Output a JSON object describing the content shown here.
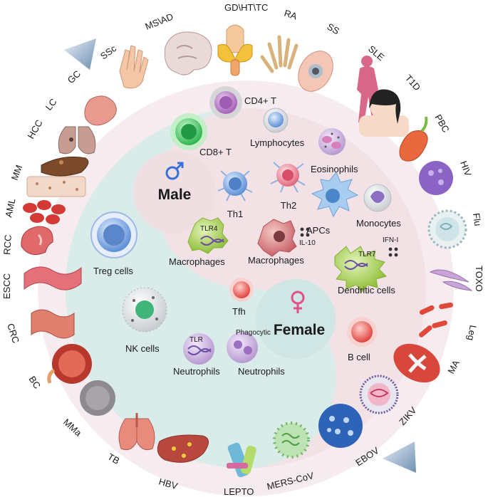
{
  "center": {
    "male_label": "Male",
    "female_label": "Female"
  },
  "cells": {
    "cd4_t": "CD4+ T",
    "cd8_t": "CD8+ T",
    "lymphocytes": "Lymphocytes",
    "eosinophils": "Eosinophils",
    "th1": "Th1",
    "th2": "Th2",
    "apcs": "APCs",
    "monocytes": "Monocytes",
    "treg": "Treg cells",
    "macrophages_tlr4": "Macrophages",
    "macrophages_il10": "Macrophages",
    "dendritic": "Dendritic cells",
    "tfh": "Tfh",
    "nk": "NK cells",
    "neutrophils_tlr": "Neutrophils",
    "neutrophils_phago": "Neutrophils",
    "b_cell": "B cell"
  },
  "tags": {
    "tlr4": "TLR4",
    "il10": "IL-10",
    "tlr7": "TLR7",
    "ifn": "IFN-I",
    "tlr": "TLR",
    "phagocytic": "Phagocytic"
  },
  "diseases": {
    "gd_ht_tc": "GD\\HT\\TC",
    "ra": "RA",
    "ss": "SS",
    "sle": "SLE",
    "t1d": "T1D",
    "pbc": "PBC",
    "hiv": "HIV",
    "flu": "Flu",
    "toxo": "TOXO",
    "leg": "Leg",
    "ma": "MA",
    "zikv": "ZIKV",
    "ebov": "EBOV",
    "mers": "MERS-CoV",
    "lepto": "LEPTO",
    "hbv": "HBV",
    "tb": "TB",
    "mma": "MMa",
    "bc": "BC",
    "crc": "CRC",
    "escc": "ESCC",
    "rcc": "RCC",
    "aml": "AML",
    "mm": "MM",
    "hcc": "HCC",
    "lc": "LC",
    "gc": "GC",
    "ssc": "SSc",
    "ms_ad": "MS\\AD"
  },
  "colors": {
    "outer_disc": "#f6ecef",
    "male_region": "#d9ecea",
    "female_region": "#f2e2e5",
    "male_symbol": "#3a6fd8",
    "female_symbol": "#e0508a"
  }
}
